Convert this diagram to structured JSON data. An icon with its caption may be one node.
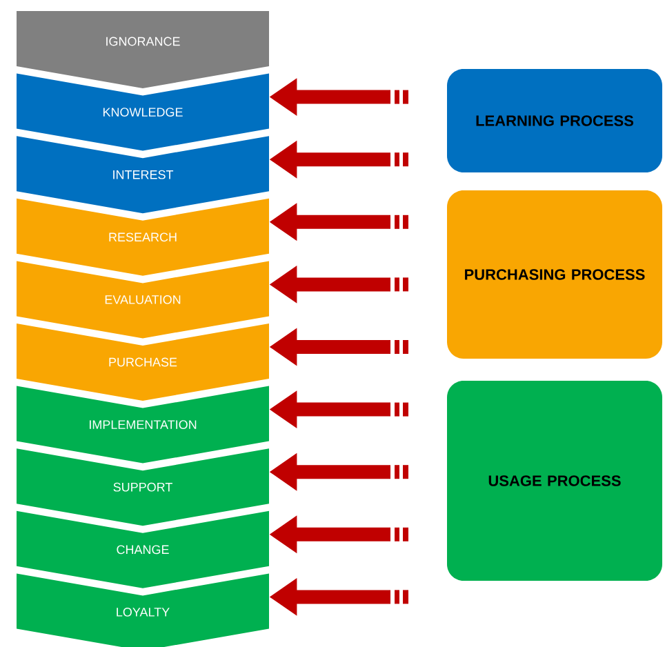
{
  "diagram": {
    "nodes": [
      {
        "text": [
          "IGNORANCE"
        ]
      },
      {
        "text": [
          "KNOWLEDGE"
        ]
      },
      {
        "text": [
          "INTEREST"
        ]
      },
      {
        "text": [
          "RESEARCH"
        ]
      },
      {
        "text": [
          "EVALUATION"
        ]
      },
      {
        "text": [
          "PURCHASE"
        ]
      },
      {
        "text": [
          "IMPLEMENTATION"
        ]
      },
      {
        "text": [
          "SUPPORT"
        ]
      },
      {
        "text": [
          "CHANGE"
        ]
      },
      {
        "text": [
          "LOYALTY"
        ]
      },
      {
        "text": [
          "LEARNING PROCESS"
        ]
      },
      {
        "text": [
          "PURCHASING PROCESS"
        ]
      },
      {
        "text": [
          "USAGE PROCESS"
        ]
      }
    ],
    "edges": [
      {
        "from": null,
        "to": 1,
        "arrow": "to"
      },
      {
        "from": null,
        "to": 2,
        "arrow": "to"
      },
      {
        "from": null,
        "to": 3,
        "arrow": "to"
      },
      {
        "from": null,
        "to": 4,
        "arrow": "to"
      },
      {
        "from": null,
        "to": 5,
        "arrow": "to"
      },
      {
        "from": null,
        "to": 6,
        "arrow": "to"
      },
      {
        "from": null,
        "to": 7,
        "arrow": "to"
      },
      {
        "from": null,
        "to": 8,
        "arrow": "to"
      },
      {
        "from": null,
        "to": 9,
        "arrow": "to"
      }
    ]
  }
}
